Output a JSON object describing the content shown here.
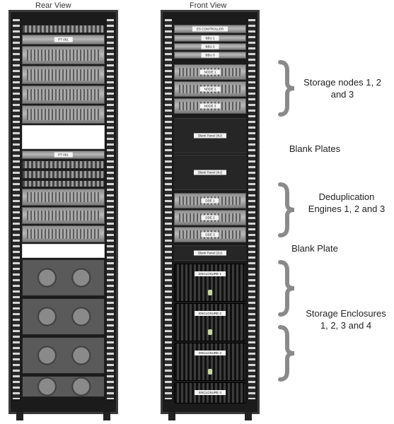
{
  "views": {
    "rear_title": "Rear View",
    "front_title": "Front View"
  },
  "rear_labels": {
    "pdu_top": "PT 001",
    "pdu_mid": "PT 001"
  },
  "front_labels": {
    "controller": "ES CONTROLLER",
    "bbu_1": "BBU 1",
    "bbu_2": "BBU 2",
    "bbu_3": "BBU 3",
    "node_1": "NODE 1",
    "node_2": "NODE 2",
    "node_3": "NODE 3",
    "blank_1": "Blank Panel (4U)",
    "blank_2": "Blank Panel (4U)",
    "dde_1": "DDE 1",
    "dde_2": "DDE 2",
    "dde_3": "DDE 3",
    "blank_3": "Blank Panel (2U)",
    "enclosure_1": "ENCLOSURE 1",
    "enclosure_2": "ENCLOSURE 2",
    "enclosure_3": "ENCLOSURE 3",
    "enclosure_4": "ENCLOSURE 4"
  },
  "annotations": {
    "storage_nodes": "Storage nodes 1, 2 and 3",
    "blank_plates": "Blank Plates",
    "dedup": "Deduplication Engines 1, 2 and 3",
    "blank_plate": "Blank Plate",
    "storage_enclosures": "Storage Enclosures 1, 2, 3 and 4"
  },
  "colors": {
    "brace": "#8a8a8a",
    "rack": "#1b1b1b"
  }
}
